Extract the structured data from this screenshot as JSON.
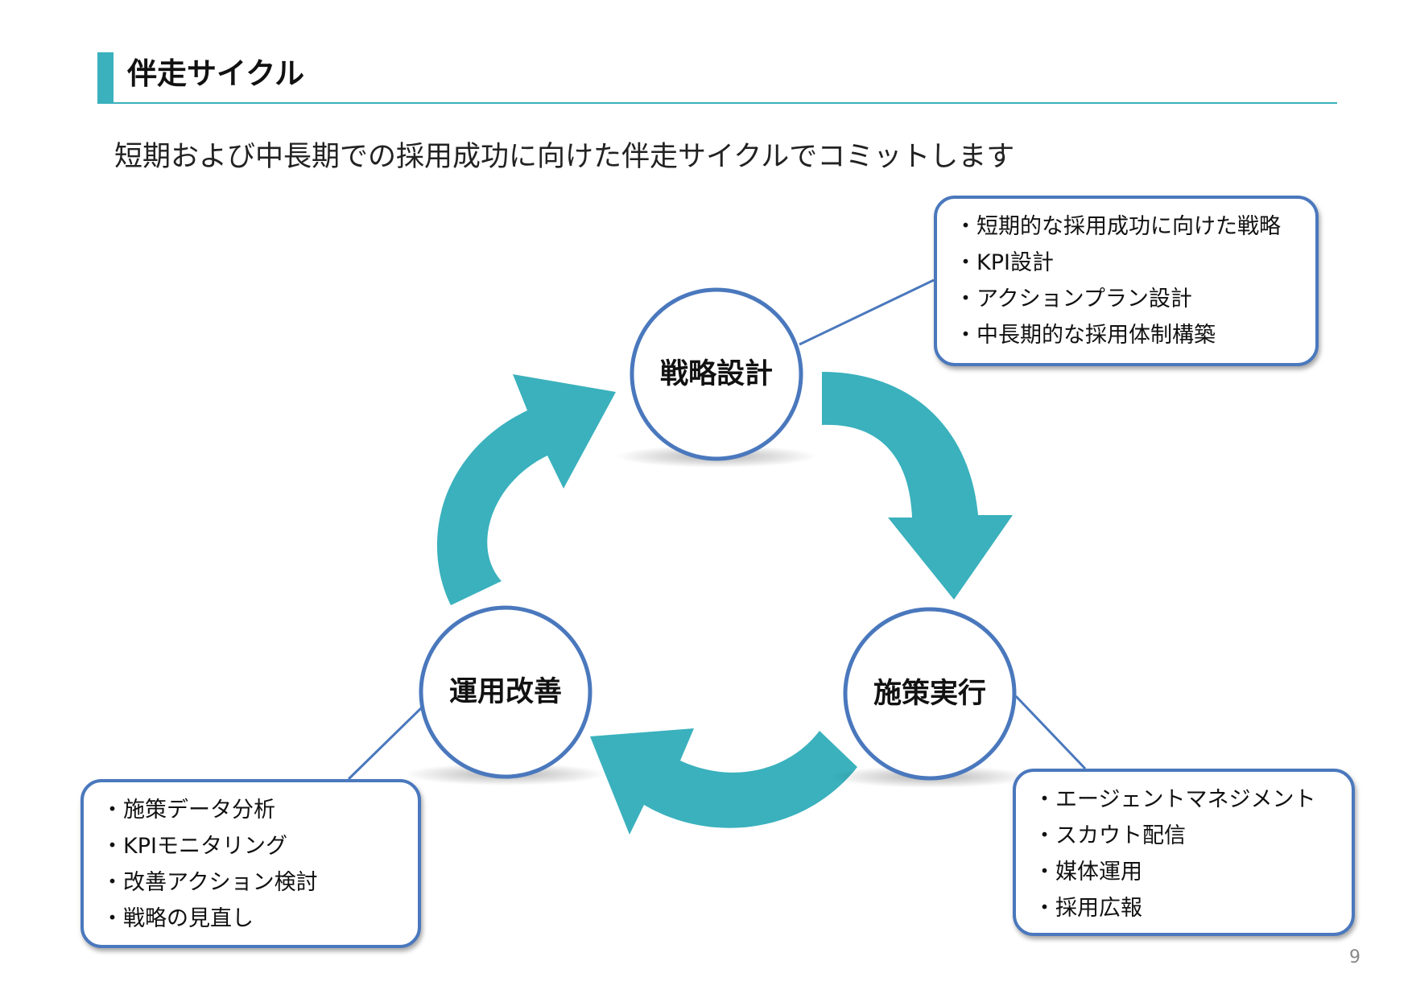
{
  "page": {
    "title": "伴走サイクル",
    "subtitle": "短期および中長期での採用成功に向けた伴走サイクルでコミットします",
    "page_number": "9"
  },
  "colors": {
    "accent": "#3ab1bd",
    "circle_border": "#4a78bd",
    "box_border": "#4a78bd"
  },
  "cycle": {
    "nodes": [
      {
        "label": "戦略設計"
      },
      {
        "label": "施策実行"
      },
      {
        "label": "運用改善"
      }
    ]
  },
  "callouts": {
    "strategy": {
      "items": [
        "・短期的な採用成功に向けた戦略",
        "・KPI設計",
        "・アクションプラン設計",
        "・中長期的な採用体制構築"
      ]
    },
    "execution": {
      "items": [
        "・エージェントマネジメント",
        "・スカウト配信",
        "・媒体運用",
        "・採用広報"
      ]
    },
    "improvement": {
      "items": [
        "・施策データ分析",
        "・KPIモニタリング",
        "・改善アクション検討",
        "・戦略の見直し"
      ]
    }
  }
}
